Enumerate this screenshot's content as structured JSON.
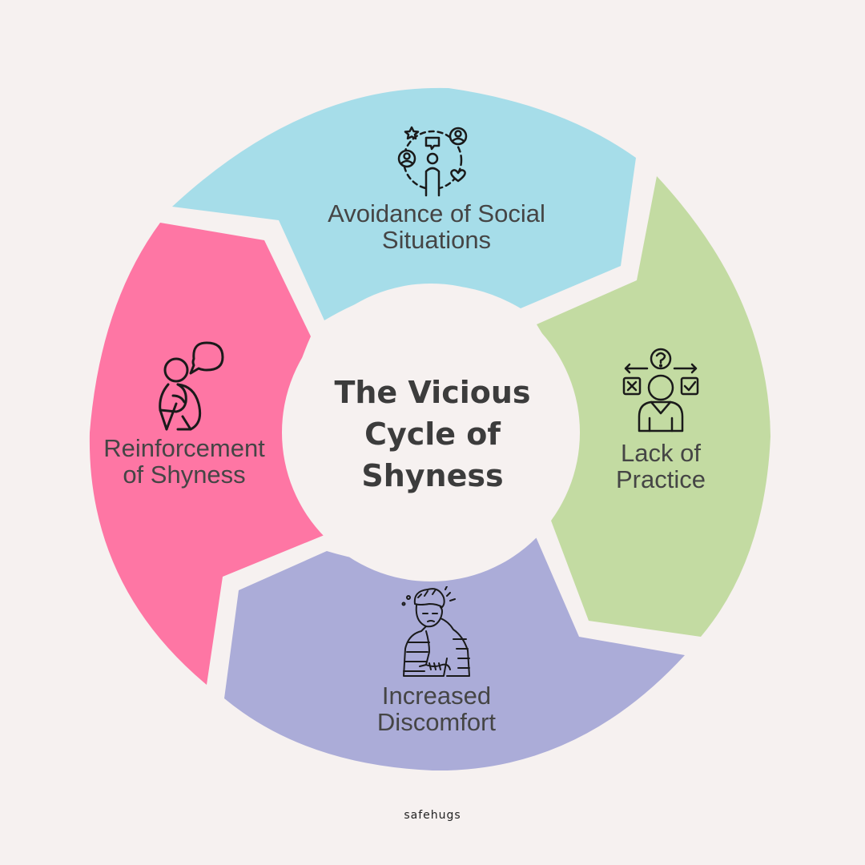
{
  "colors": {
    "background": "#f6f1f0",
    "avoidance": "#a6dde9",
    "practice": "#c3dba2",
    "discomfort": "#abacd8",
    "reinforcement": "#fe76a4",
    "text": "#454545"
  },
  "center": {
    "title_lines": [
      "The Vicious",
      "Cycle of",
      "Shyness"
    ]
  },
  "segments": {
    "avoidance": {
      "lines": [
        "Avoidance of Social",
        "Situations"
      ],
      "icon": "social-network-person-icon"
    },
    "practice": {
      "lines": [
        "Lack of",
        "Practice"
      ],
      "icon": "person-question-decision-icon"
    },
    "discomfort": {
      "lines": [
        "Increased",
        "Discomfort"
      ],
      "icon": "stressed-person-icon"
    },
    "reinforcement": {
      "lines": [
        "Reinforcement",
        "of Shyness"
      ],
      "icon": "sitting-person-speech-bubble-icon"
    }
  },
  "brand": "safehugs"
}
